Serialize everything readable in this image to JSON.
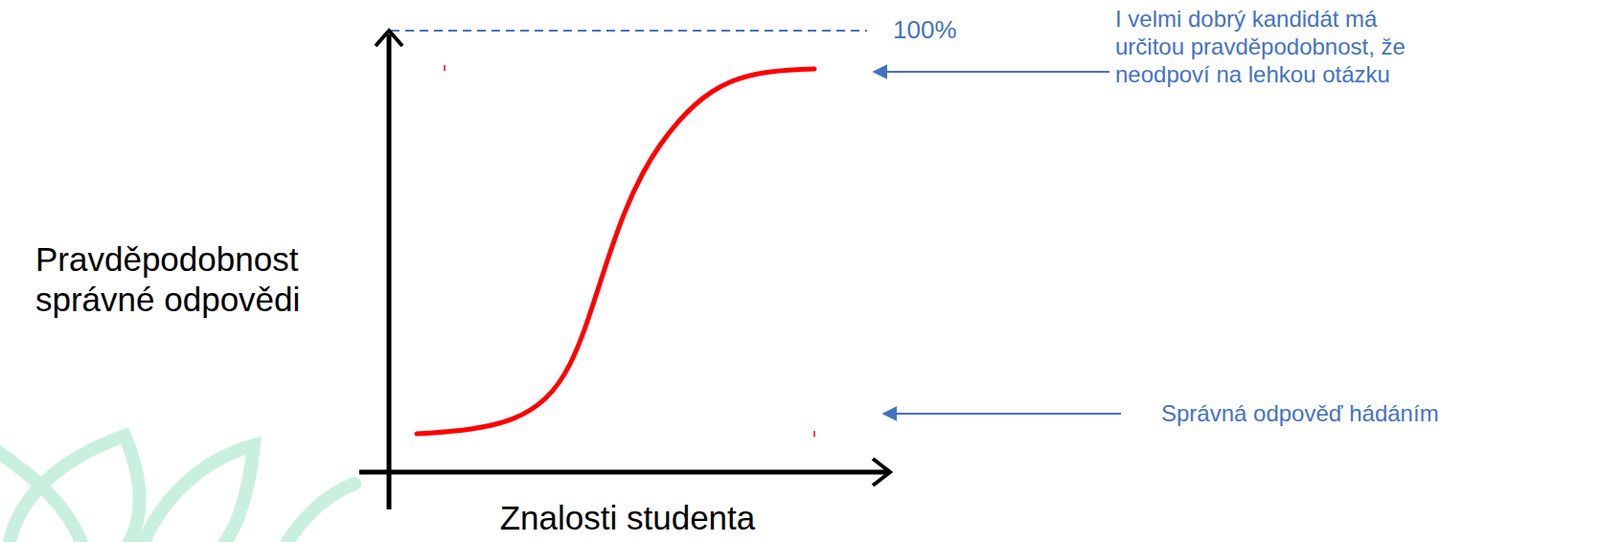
{
  "diagram": {
    "labels": [
      "100%",
      "I velmi dobrý kandidát má určitou pravděpodobnost, že neodpoví na lehkou otázku",
      "Pravděpodobnost správné odpovědi",
      "Znalosti studenta",
      "Správná odpověď hádáním"
    ]
  }
}
